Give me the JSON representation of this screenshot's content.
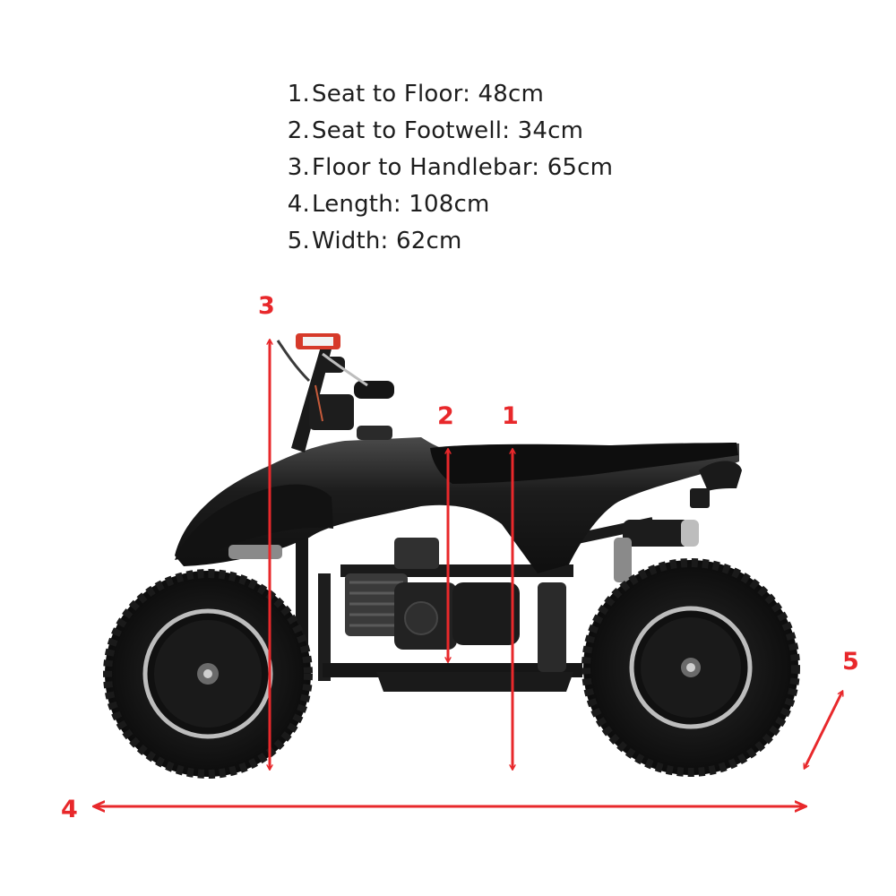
{
  "specs": [
    {
      "num": "1.",
      "text": "Seat to Floor: 48cm"
    },
    {
      "num": "2.",
      "text": "Seat to Footwell: 34cm"
    },
    {
      "num": "3.",
      "text": "Floor to Handlebar: 65cm"
    },
    {
      "num": "4.",
      "text": "Length: 108cm"
    },
    {
      "num": "5.",
      "text": "Width: 62cm"
    }
  ],
  "markers": {
    "m1": "1",
    "m2": "2",
    "m3": "3",
    "m4": "4",
    "m5": "5"
  },
  "colors": {
    "arrow": "#e8282b",
    "quad_body": "#141414",
    "rim": "#bdbdbd",
    "text": "#1d1d1d"
  }
}
